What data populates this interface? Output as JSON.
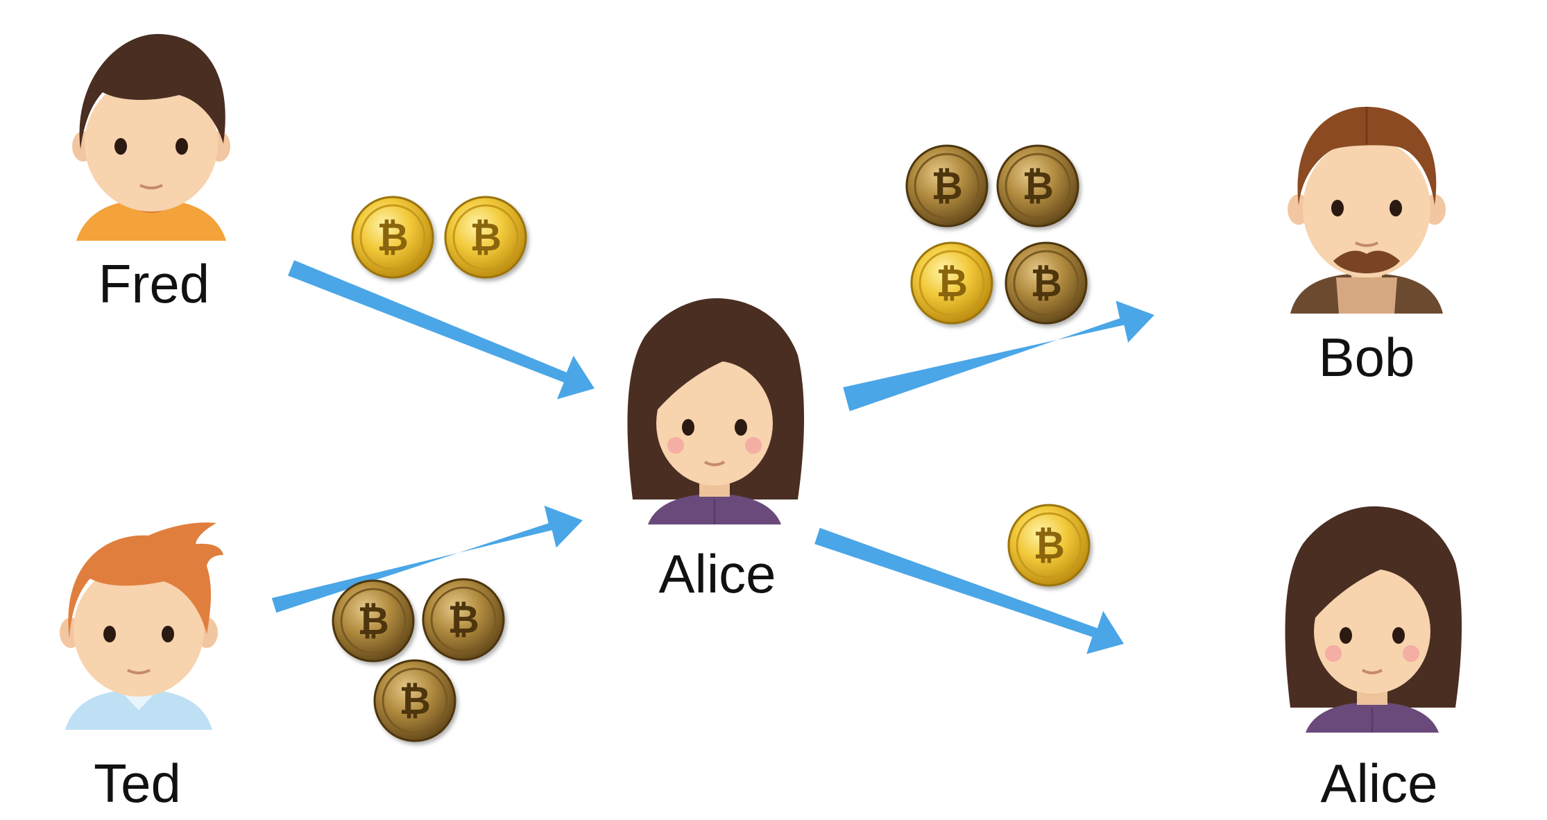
{
  "people": [
    {
      "id": "fred",
      "name": "Fred",
      "avatar": "male-avatar-orange-shirt-icon"
    },
    {
      "id": "ted",
      "name": "Ted",
      "avatar": "male-avatar-orange-hair-icon"
    },
    {
      "id": "alice-center",
      "name": "Alice",
      "avatar": "female-avatar-icon"
    },
    {
      "id": "bob",
      "name": "Bob",
      "avatar": "male-avatar-beard-icon"
    },
    {
      "id": "alice-right",
      "name": "Alice",
      "avatar": "female-avatar-icon"
    }
  ],
  "transfers": [
    {
      "from": "Fred",
      "to": "Alice",
      "coins": 2
    },
    {
      "from": "Ted",
      "to": "Alice",
      "coins": 3
    },
    {
      "from": "Alice",
      "to": "Bob",
      "coins": 4
    },
    {
      "from": "Alice",
      "to": "Alice",
      "coins": 1
    }
  ],
  "icons": {
    "coin": "bitcoin-coin-icon",
    "arrow": "arrow-icon"
  },
  "colors": {
    "arrow": "#4aa6e6",
    "coin_gold": "#e8b923",
    "coin_bronze": "#a87b2a",
    "skin": "#f7d3ae",
    "hair_dark": "#4a2e22",
    "hair_orange": "#e07f3d",
    "hair_brown": "#8b4a22",
    "shirt_orange": "#f4a23a",
    "shirt_blue": "#bfe0f4",
    "shirt_purple": "#6a4a7a",
    "vest_brown": "#6b4a30"
  }
}
